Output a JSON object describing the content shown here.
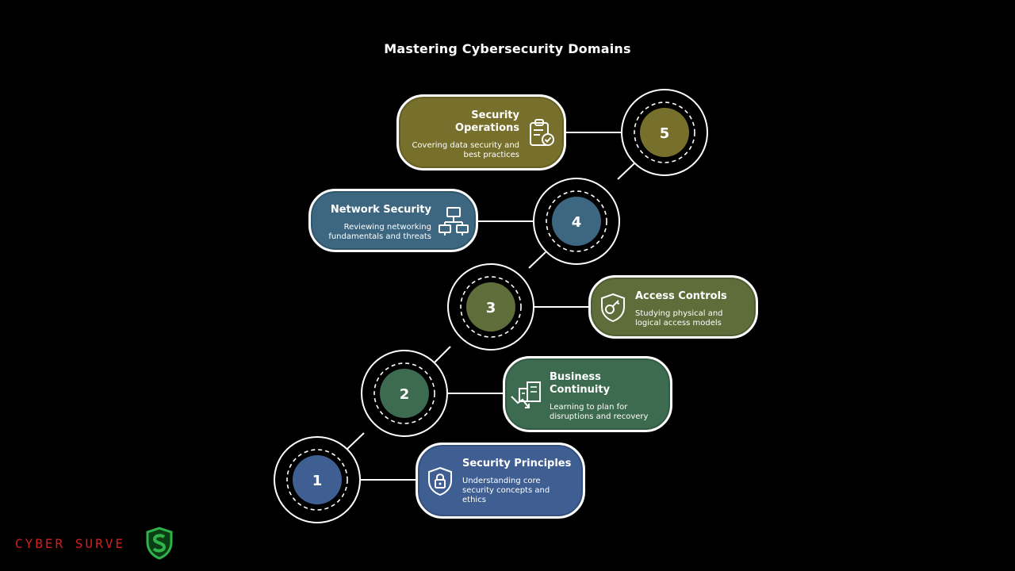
{
  "title": "Mastering Cybersecurity Domains",
  "steps": [
    {
      "number": "1",
      "title": "Security Principles",
      "description": "Understanding core security concepts and ethics",
      "color": "#3f5e92",
      "icon": "padlock-shield-icon"
    },
    {
      "number": "2",
      "title": "Business Continuity",
      "description": "Learning to plan for disruptions and recovery",
      "color": "#3d6b4f",
      "icon": "building-chart-icon"
    },
    {
      "number": "3",
      "title": "Access Controls",
      "description": "Studying physical and logical access models",
      "color": "#5f6d3a",
      "icon": "key-shield-icon"
    },
    {
      "number": "4",
      "title": "Network Security",
      "description": "Reviewing networking fundamentals and threats",
      "color": "#3d6780",
      "icon": "network-computers-icon"
    },
    {
      "number": "5",
      "title": "Security Operations",
      "description": "Covering data security and best practices",
      "color": "#77702c",
      "icon": "clipboard-check-icon"
    }
  ],
  "logo": {
    "text": "CYBER SURVE",
    "accent": "#d21f1f",
    "shield_color": "#2fb24a"
  }
}
